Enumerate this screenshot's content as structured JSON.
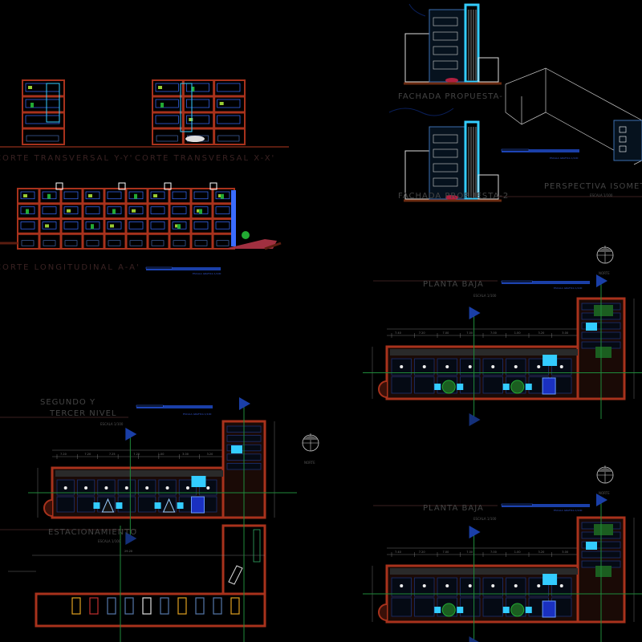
{
  "drawing": {
    "sections": {
      "transversal_y": "CORTE TRANSVERSAL Y-Y'",
      "transversal_x": "CORTE TRANSVERSAL X-X'",
      "longitudinal": "CORTE LONGITUDINAL A-A'"
    },
    "elevations": {
      "fachada_1": "FACHADA PROPUESTA-",
      "fachada_2": "FACHADA PROPUESTA-2",
      "perspectiva": "PERSPECTIVA ISOMETRI"
    },
    "plans": {
      "planta_baja_1": "PLANTA  BAJA",
      "planta_baja_2": "PLANTA  BAJA",
      "segundo_line1": "SEGUNDO  Y",
      "segundo_line2": "TERCER  NIVEL",
      "estacionamiento": "ESTACIONAMIENTO"
    },
    "scale_text": "ESCALA 1/100",
    "scale_bar_text": "ESCALA GRAFICA 1/100",
    "north_label": "NORTE",
    "dimensions_planta": [
      "7.40",
      "7.20",
      "7.00",
      "7.00",
      "7.00",
      "1.00",
      "3.20",
      "3.00"
    ],
    "dimensions_segundo": [
      "7.20",
      "7.20",
      "7.25",
      "7.20",
      "1.00",
      "3.00",
      "3.20"
    ],
    "dimensions_total": "29.20",
    "colors": {
      "background": "#000000",
      "walls": "#a8321c",
      "wall_dark": "#5a1d10",
      "furniture": "#3a6cff",
      "glass": "#33ccff",
      "greenery": "#22aa33",
      "axis": "#1f8a3a",
      "dimension": "#888888",
      "title": "#3a2222"
    }
  }
}
